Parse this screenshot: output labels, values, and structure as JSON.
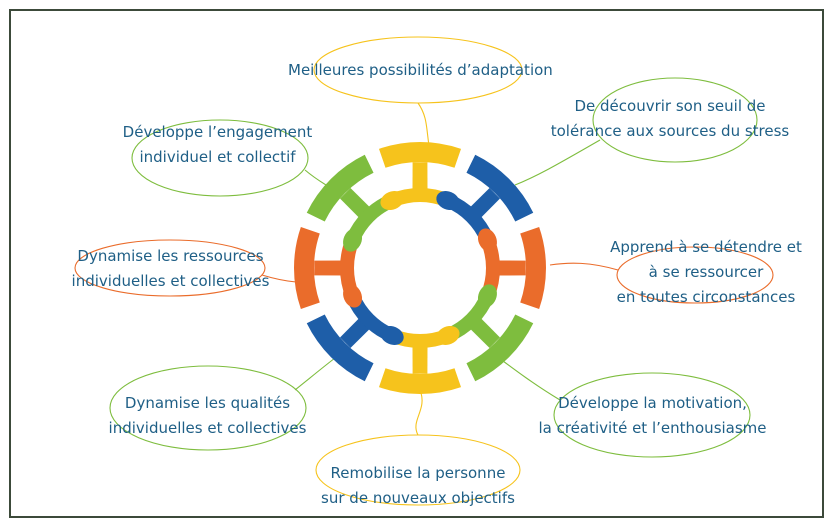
{
  "benefits": {
    "top": [
      "Meilleures possibilités d’adaptation"
    ],
    "top_right": [
      "De découvrir son seuil de",
      "tolérance aux sources du stress"
    ],
    "right": [
      "Apprend à se détendre et",
      "à se ressourcer",
      "en toutes circonstances"
    ],
    "bottom_right": [
      "Développe la motivation,",
      "la créativité et l’enthousiasme"
    ],
    "bottom": [
      "Remobilise la personne",
      "sur de nouveaux objectifs"
    ],
    "bottom_left": [
      "Dynamise les qualités",
      "individuelles et collectives"
    ],
    "left": [
      "Dynamise les ressources",
      "individuelles et collectives"
    ],
    "top_left": [
      "Développe l’engagement",
      "individuel et collectif"
    ]
  },
  "colors": {
    "frame": "#3c4a3a",
    "text": "#1f5f86",
    "yellow": "#f6c31c",
    "blue": "#1e5ea8",
    "orange": "#ea6c2b",
    "green": "#7ebd3e"
  }
}
